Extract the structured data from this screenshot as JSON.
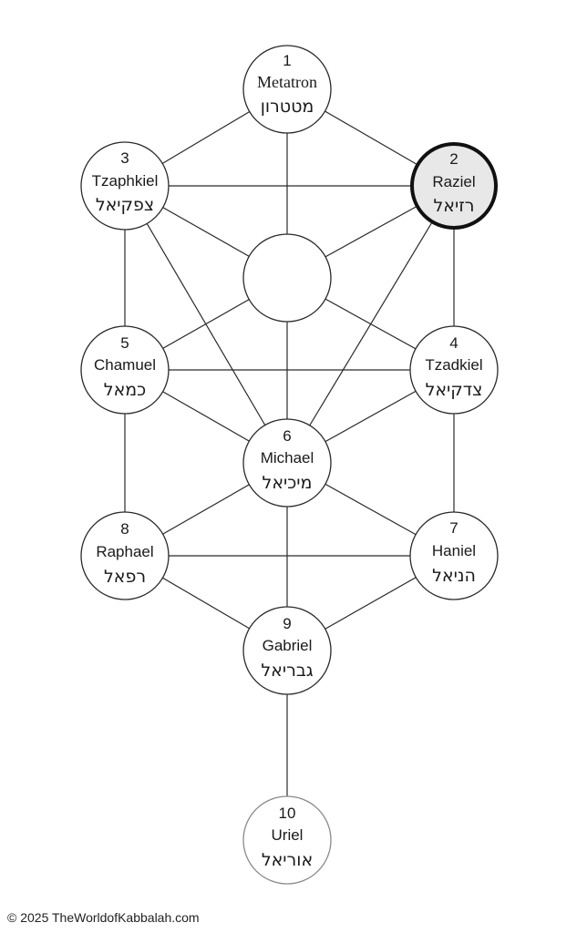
{
  "nodes": [
    {
      "id": "metatron",
      "number": "1",
      "name": "Metatron",
      "hebrew": "מטטרון"
    },
    {
      "id": "raziel",
      "number": "2",
      "name": "Raziel",
      "hebrew": "רזיאל"
    },
    {
      "id": "tzaphkiel",
      "number": "3",
      "name": "Tzaphkiel",
      "hebrew": "צפקיאל"
    },
    {
      "id": "tzadkiel",
      "number": "4",
      "name": "Tzadkiel",
      "hebrew": "צדקיאל"
    },
    {
      "id": "chamuel",
      "number": "5",
      "name": "Chamuel",
      "hebrew": "כמאל"
    },
    {
      "id": "michael",
      "number": "6",
      "name": "Michael",
      "hebrew": "מיכיאל"
    },
    {
      "id": "haniel",
      "number": "7",
      "name": "Haniel",
      "hebrew": "הניאל"
    },
    {
      "id": "raphael",
      "number": "8",
      "name": "Raphael",
      "hebrew": "רפאל"
    },
    {
      "id": "gabriel",
      "number": "9",
      "name": "Gabriel",
      "hebrew": "גבריאל"
    },
    {
      "id": "uriel",
      "number": "10",
      "name": "Uriel",
      "hebrew": "אוריאל"
    }
  ],
  "footer": {
    "copyright": "© 2025 TheWorldofKabbalah.com"
  }
}
